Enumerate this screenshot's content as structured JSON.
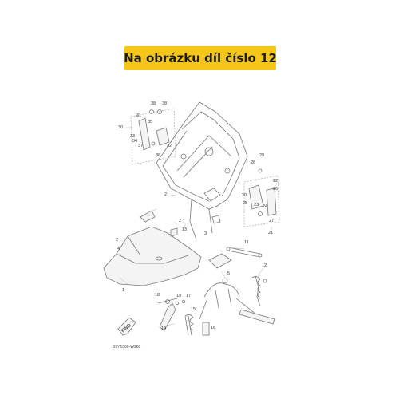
{
  "banner": {
    "text": "Na obrázku díl číslo 12"
  },
  "diagram_code": "B9Y1300-W280",
  "direction_label": "FWD",
  "callouts": {
    "c1": "1",
    "c2a": "2",
    "c2b": "2",
    "c2c": "2",
    "c3": "3",
    "c4": "4",
    "c5": "5",
    "c11": "11",
    "c12": "12",
    "c13": "13",
    "c14": "14",
    "c15": "15",
    "c16": "16",
    "c17": "17",
    "c18": "18",
    "c19": "19",
    "c20": "20",
    "c21": "21",
    "c22": "22",
    "c23": "23",
    "c24": "24",
    "c25": "25",
    "c26": "26",
    "c27": "27",
    "c28": "28",
    "c29": "29",
    "c30": "30",
    "c31": "31",
    "c32": "32",
    "c33": "33",
    "c34": "34",
    "c35": "35",
    "c36": "36",
    "c37": "37",
    "c38a": "38",
    "c38b": "38"
  },
  "colors": {
    "banner_bg": "#f5c518",
    "line": "#777777"
  }
}
